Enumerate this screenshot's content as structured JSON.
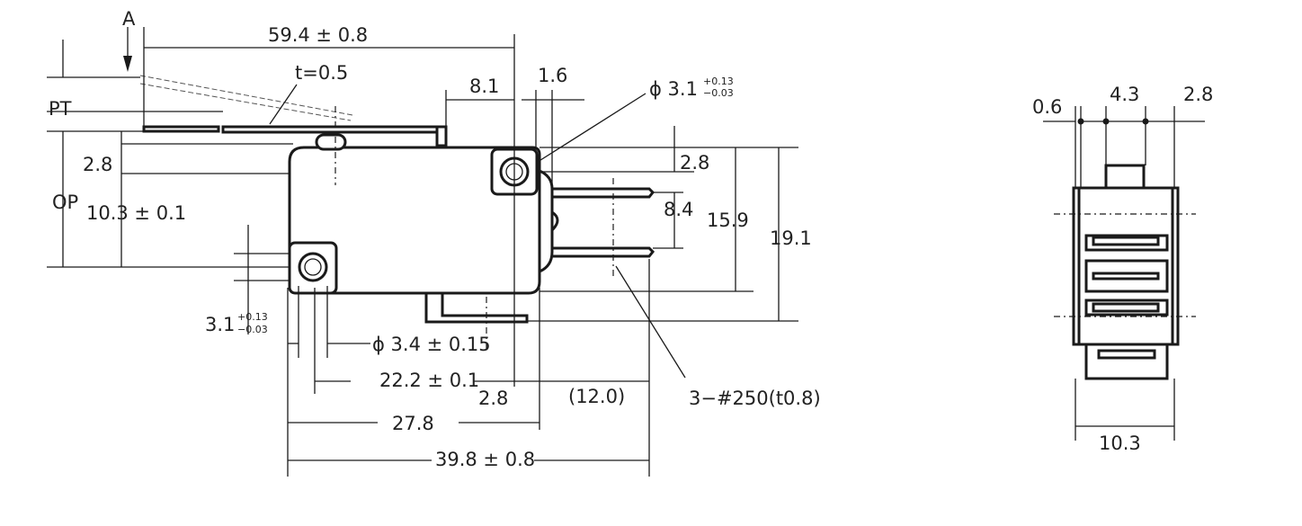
{
  "colors": {
    "line": "#1a1a1a",
    "text": "#222222",
    "background": "#ffffff"
  },
  "side_view": {
    "force_label": "A",
    "overall_length": "59.4 ± 0.8",
    "lever_thickness": "t=0.5",
    "pt_label": "PT",
    "dim_8_1": "8.1",
    "dim_1_6": "1.6",
    "hole_phi": "ϕ 3.1",
    "hole_tol_plus": "+0.13",
    "hole_tol_minus": "−0.03",
    "dim_2_8_left": "2.8",
    "dim_2_8_right": "2.8",
    "op_label": "OP",
    "op_value": "10.3 ± 0.1",
    "dim_8_4": "8.4",
    "dim_15_9": "15.9",
    "dim_19_1": "19.1",
    "hole2_value": "3.1",
    "hole2_tol_plus": "+0.13",
    "hole2_tol_minus": "−0.03",
    "hole3_value": "ϕ 3.4 ± 0.15",
    "dim_22_2": "22.2 ± 0.1",
    "dim_2_8_bottom": "2.8",
    "dim_12_0": "(12.0)",
    "terminal_label": "3−#250(t0.8)",
    "dim_27_8": "27.8",
    "dim_39_8": "39.8 ± 0.8"
  },
  "end_view": {
    "dim_0_6": "0.6",
    "dim_4_3": "4.3",
    "dim_2_8": "2.8",
    "dim_10_3": "10.3"
  }
}
